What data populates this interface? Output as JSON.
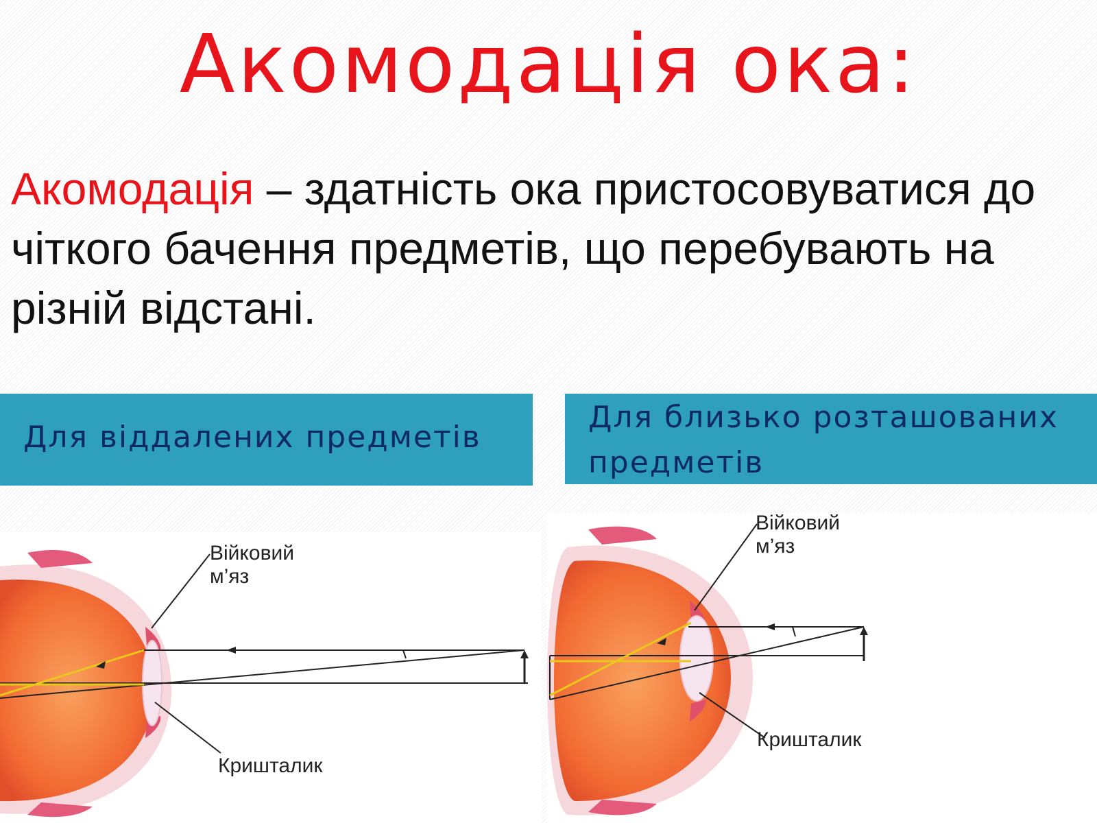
{
  "title": "Акомодація ока:",
  "definition": {
    "term": "Акомодація",
    "text": " – здатність ока пристосовуватися до чіткого бачення предметів, що перебувають на різній відстані."
  },
  "bands": {
    "far": "Для віддалених предметів",
    "near": "Для близько розташованих предметів"
  },
  "diagram_far": {
    "ciliary_label_line1": "Війковий",
    "ciliary_label_line2": "м’яз",
    "lens_label": "Кришталик"
  },
  "diagram_near": {
    "ciliary_label_line1": "Війковий",
    "ciliary_label_line2": "м’яз",
    "lens_label": "Кришталик"
  },
  "colors": {
    "title": "#e8141c",
    "band": "#2ea0bd",
    "band_text": "#0e2a63",
    "eyeball": "#f47a3c",
    "sclera_pink": "#f2b7c2"
  }
}
